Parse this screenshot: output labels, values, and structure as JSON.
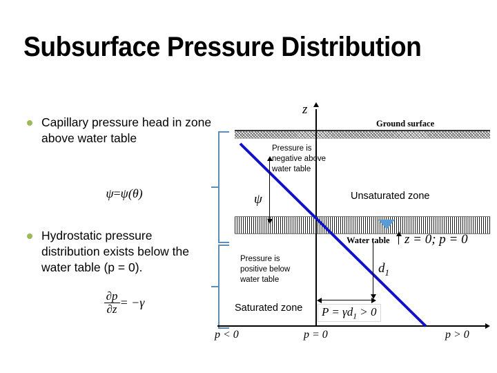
{
  "slide": {
    "title": "Subsurface Pressure Distribution"
  },
  "bullets": [
    {
      "text": "Capillary pressure head in zone above water table",
      "equation_parts": {
        "lhs": "ψ",
        "eq": "=",
        "rhs_fn": "ψ",
        "rhs_arg": "(θ)"
      }
    },
    {
      "text": "Hydrostatic pressure distribution exists below the water table (p = 0).",
      "equation_parts": {
        "numerator": "∂p",
        "denominator": "∂z",
        "rhs": "= −γ"
      }
    }
  ],
  "diagram": {
    "axis_z_label": "z",
    "ground_surface_label": "Ground surface",
    "note_above": "Pressure is negative above water table",
    "note_below": "Pressure is positive below water table",
    "unsaturated_zone_label": "Unsaturated zone",
    "saturated_zone_label": "Saturated zone",
    "water_table_label": "Water table",
    "water_table_value": "z = 0; p = 0",
    "psi_label": "ψ",
    "d1_label": "d",
    "d1_sub": "1",
    "pressure_box": "P = γd",
    "pressure_box_sub": "1",
    "pressure_box_tail": " > 0",
    "axis_labels": {
      "left": "p < 0",
      "center": "p = 0",
      "right": "p > 0"
    }
  },
  "colors": {
    "bullet_green": "#9BBB59",
    "brace_blue": "#5B8DB8",
    "line_blue": "#1111CC",
    "triangle_blue": "#5B9BD5"
  }
}
